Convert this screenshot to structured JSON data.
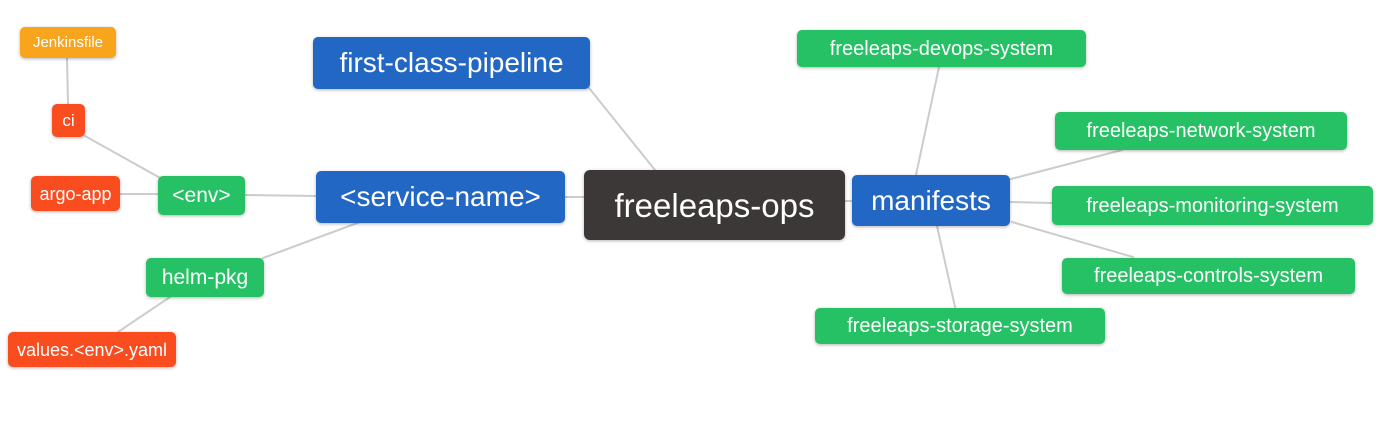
{
  "diagram": {
    "type": "mindmap",
    "background": "#ffffff"
  },
  "colors": {
    "blue": "#2267c4",
    "dark": "#3c3838",
    "green": "#26c164",
    "red": "#f94c1f",
    "orange": "#f8a41d",
    "text": "#ffffff",
    "line": "#cccccc"
  },
  "nodes": {
    "freeleaps_ops": {
      "label": "freeleaps-ops",
      "color": "dark"
    },
    "first_class_pipeline": {
      "label": "first-class-pipeline",
      "color": "blue"
    },
    "service_name": {
      "label": "<service-name>",
      "color": "blue"
    },
    "manifests": {
      "label": "manifests",
      "color": "blue"
    },
    "env": {
      "label": "<env>",
      "color": "green"
    },
    "helm_pkg": {
      "label": "helm-pkg",
      "color": "green"
    },
    "ci": {
      "label": "ci",
      "color": "red"
    },
    "argo_app": {
      "label": "argo-app",
      "color": "red"
    },
    "values_env_yaml": {
      "label": "values.<env>.yaml",
      "color": "red"
    },
    "jenkinsfile": {
      "label": "Jenkinsfile",
      "color": "orange"
    },
    "devops_system": {
      "label": "freeleaps-devops-system",
      "color": "green"
    },
    "network_system": {
      "label": "freeleaps-network-system",
      "color": "green"
    },
    "monitoring_system": {
      "label": "freeleaps-monitoring-system",
      "color": "green"
    },
    "controls_system": {
      "label": "freeleaps-controls-system",
      "color": "green"
    },
    "storage_system": {
      "label": "freeleaps-storage-system",
      "color": "green"
    }
  },
  "hierarchy": {
    "freeleaps-ops": {
      "first-class-pipeline": {},
      "<service-name>": {
        "<env>": {
          "ci": {
            "Jenkinsfile": {}
          },
          "argo-app": {}
        },
        "helm-pkg": {
          "values.<env>.yaml": {}
        }
      },
      "manifests": {
        "freeleaps-devops-system": {},
        "freeleaps-network-system": {},
        "freeleaps-monitoring-system": {},
        "freeleaps-controls-system": {},
        "freeleaps-storage-system": {}
      }
    }
  },
  "edges": [
    [
      "Jenkinsfile",
      "ci"
    ],
    [
      "ci",
      "<env>"
    ],
    [
      "argo-app",
      "<env>"
    ],
    [
      "<env>",
      "<service-name>"
    ],
    [
      "helm-pkg",
      "<service-name>"
    ],
    [
      "values.<env>.yaml",
      "helm-pkg"
    ],
    [
      "<service-name>",
      "freeleaps-ops"
    ],
    [
      "first-class-pipeline",
      "freeleaps-ops"
    ],
    [
      "freeleaps-ops",
      "manifests"
    ],
    [
      "manifests",
      "freeleaps-devops-system"
    ],
    [
      "manifests",
      "freeleaps-network-system"
    ],
    [
      "manifests",
      "freeleaps-monitoring-system"
    ],
    [
      "manifests",
      "freeleaps-controls-system"
    ],
    [
      "manifests",
      "freeleaps-storage-system"
    ]
  ]
}
